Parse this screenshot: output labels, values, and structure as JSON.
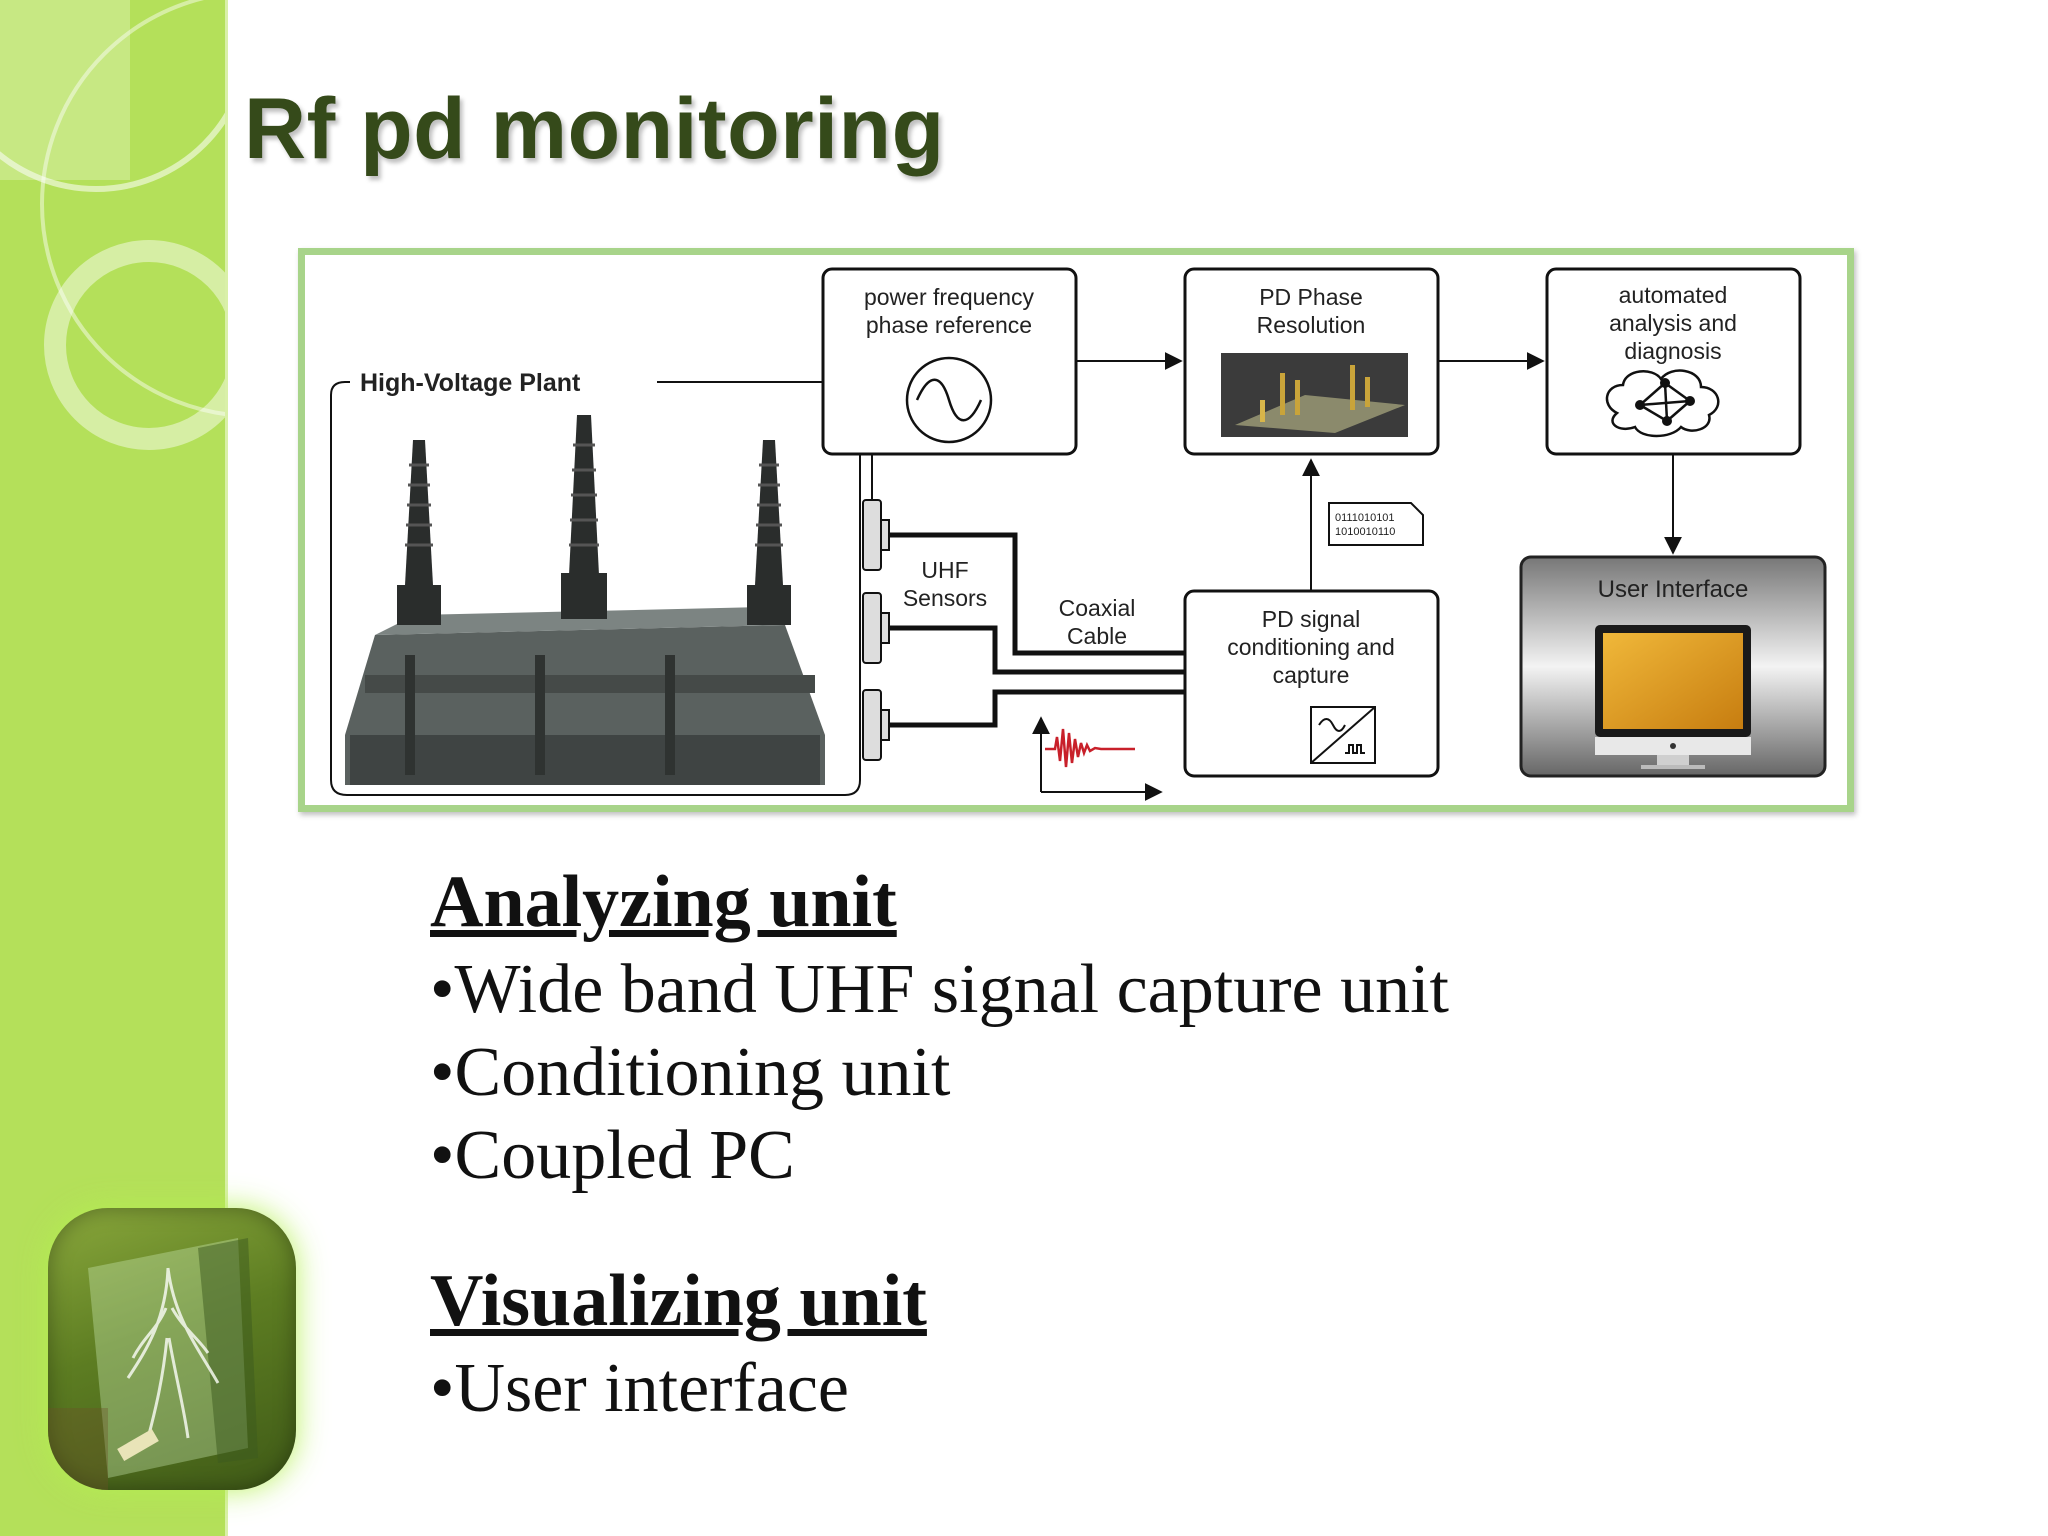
{
  "slide": {
    "title": "Rf pd monitoring"
  },
  "diagram": {
    "high_voltage_plant": "High-Voltage Plant",
    "power_ref_line1": "power frequency",
    "power_ref_line2": "phase reference",
    "pd_phase_line1": "PD Phase",
    "pd_phase_line2": "Resolution",
    "auto_line1": "automated",
    "auto_line2": "analysis and",
    "auto_line3": "diagnosis",
    "uhf_line1": "UHF",
    "uhf_line2": "Sensors",
    "coax_line1": "Coaxial",
    "coax_line2": "Cable",
    "pd_signal_line1": "PD signal",
    "pd_signal_line2": "conditioning and",
    "pd_signal_line3": "capture",
    "user_interface": "User Interface",
    "binary_line1": "0111010101",
    "binary_line2": "1010010110"
  },
  "analyzing": {
    "heading": "Analyzing unit",
    "items": [
      "•Wide band UHF signal capture unit",
      "•Conditioning unit",
      "•Coupled PC"
    ]
  },
  "visualizing": {
    "heading": "Visualizing unit",
    "items": [
      "•User interface"
    ]
  },
  "colors": {
    "sidebar": "#b4e05a",
    "title": "#354a1a",
    "diagram_border": "#a8d48a"
  }
}
